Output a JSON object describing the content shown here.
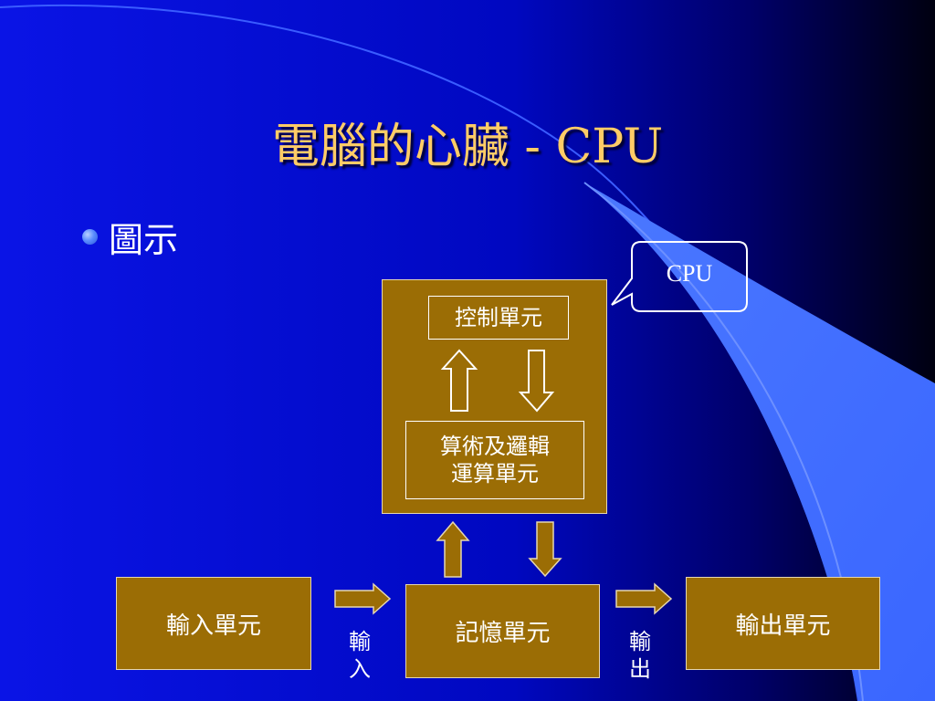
{
  "slide": {
    "title": "電腦的心臟 - CPU",
    "bullet": "圖示"
  },
  "diagram": {
    "cpu_callout": "CPU",
    "cpu_box": {
      "control_unit": "控制單元",
      "alu_line1": "算術及邏輯",
      "alu_line2": "運算單元"
    },
    "input_unit": "輸入單元",
    "memory_unit": "記憶單元",
    "output_unit": "輸出單元",
    "input_arrow_label": "輸入",
    "output_arrow_label": "輸出"
  },
  "colors": {
    "background": "#0000a8",
    "title": "#ffcc66",
    "box_fill": "#9b6d05",
    "text": "#ffffff"
  }
}
